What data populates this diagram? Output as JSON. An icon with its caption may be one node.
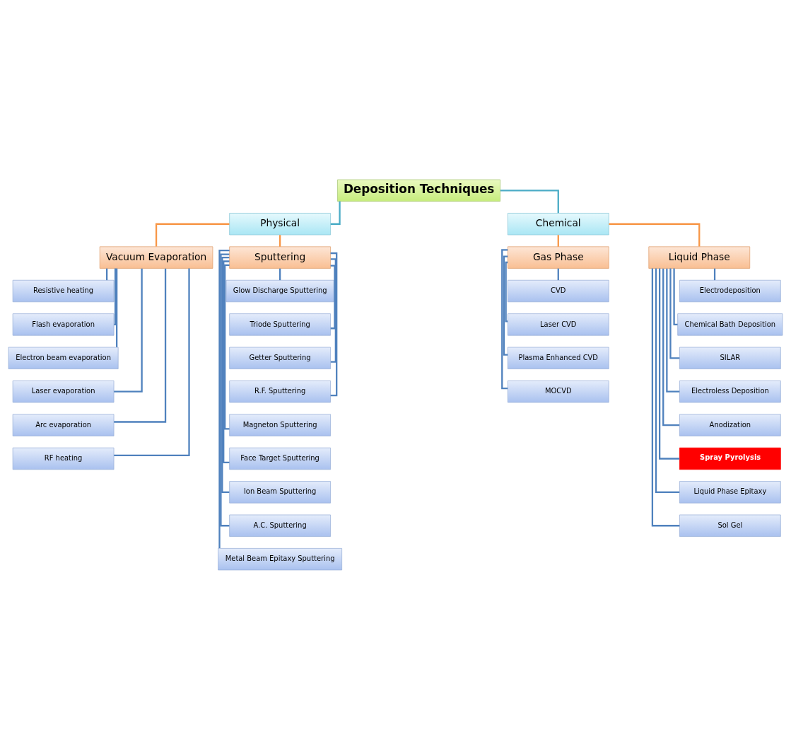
{
  "diagram": {
    "nodes": [
      {
        "text": [
          "Deposition Techniques"
        ]
      },
      {
        "text": [
          "Physical"
        ]
      },
      {
        "text": [
          "Chemical"
        ]
      },
      {
        "text": [
          "Vacuum Evaporation"
        ]
      },
      {
        "text": [
          "Sputtering"
        ]
      },
      {
        "text": [
          "Gas Phase"
        ]
      },
      {
        "text": [
          "Liquid Phase"
        ]
      },
      {
        "text": [
          "Resistive heating"
        ]
      },
      {
        "text": [
          "Flash evaporation"
        ]
      },
      {
        "text": [
          "Electron beam evaporation"
        ]
      },
      {
        "text": [
          "Laser evaporation"
        ]
      },
      {
        "text": [
          "Arc evaporation"
        ]
      },
      {
        "text": [
          "RF heating"
        ]
      },
      {
        "text": [
          "Glow Discharge Sputtering"
        ]
      },
      {
        "text": [
          "Triode Sputtering"
        ]
      },
      {
        "text": [
          "Getter Sputtering"
        ]
      },
      {
        "text": [
          "R.F. Sputtering"
        ]
      },
      {
        "text": [
          "Magneton Sputtering"
        ]
      },
      {
        "text": [
          "Face Target Sputtering"
        ]
      },
      {
        "text": [
          "Ion Beam Sputtering"
        ]
      },
      {
        "text": [
          "A.C. Sputtering"
        ]
      },
      {
        "text": [
          "Metal Beam Epitaxy Sputtering"
        ]
      },
      {
        "text": [
          "CVD"
        ]
      },
      {
        "text": [
          "Laser CVD"
        ]
      },
      {
        "text": [
          "Plasma Enhanced CVD"
        ]
      },
      {
        "text": [
          "MOCVD"
        ]
      },
      {
        "text": [
          "Electrodeposition"
        ]
      },
      {
        "text": [
          "Chemical Bath Deposition"
        ]
      },
      {
        "text": [
          "SILAR"
        ]
      },
      {
        "text": [
          "Electroless Deposition"
        ]
      },
      {
        "text": [
          "Anodization"
        ]
      },
      {
        "text": [
          "Spray Pyrolysis"
        ]
      },
      {
        "text": [
          "Liquid Phase Epitaxy"
        ]
      },
      {
        "text": [
          "Sol Gel"
        ]
      }
    ],
    "edges": [
      {
        "from": 0,
        "to": 1,
        "arrow": "none",
        "color": "#4bacc6"
      },
      {
        "from": 0,
        "to": 2,
        "arrow": "none",
        "color": "#4bacc6"
      },
      {
        "from": 1,
        "to": 3,
        "arrow": "none",
        "color": "#f79646"
      },
      {
        "from": 1,
        "to": 4,
        "arrow": "none",
        "color": "#f79646"
      },
      {
        "from": 2,
        "to": 5,
        "arrow": "none",
        "color": "#f79646"
      },
      {
        "from": 2,
        "to": 6,
        "arrow": "none",
        "color": "#f79646"
      },
      {
        "from": 3,
        "to": 7,
        "arrow": "none"
      },
      {
        "from": 3,
        "to": 8,
        "arrow": "none"
      },
      {
        "from": 3,
        "to": 9,
        "arrow": "none"
      },
      {
        "from": 3,
        "to": 10,
        "arrow": "none"
      },
      {
        "from": 3,
        "to": 11,
        "arrow": "none"
      },
      {
        "from": 3,
        "to": 12,
        "arrow": "none"
      },
      {
        "from": 4,
        "to": 13,
        "arrow": "none"
      },
      {
        "from": 4,
        "to": 14,
        "arrow": "none"
      },
      {
        "from": 4,
        "to": 15,
        "arrow": "none"
      },
      {
        "from": 4,
        "to": 16,
        "arrow": "none"
      },
      {
        "from": 4,
        "to": 17,
        "arrow": "none"
      },
      {
        "from": 4,
        "to": 18,
        "arrow": "none"
      },
      {
        "from": 4,
        "to": 19,
        "arrow": "none"
      },
      {
        "from": 4,
        "to": 20,
        "arrow": "none"
      },
      {
        "from": 4,
        "to": 21,
        "arrow": "none"
      },
      {
        "from": 5,
        "to": 22,
        "arrow": "none"
      },
      {
        "from": 5,
        "to": 23,
        "arrow": "none"
      },
      {
        "from": 5,
        "to": 24,
        "arrow": "none"
      },
      {
        "from": 5,
        "to": 25,
        "arrow": "none"
      },
      {
        "from": 6,
        "to": 26,
        "arrow": "none"
      },
      {
        "from": 6,
        "to": 27,
        "arrow": "none"
      },
      {
        "from": 6,
        "to": 28,
        "arrow": "none"
      },
      {
        "from": 6,
        "to": 29,
        "arrow": "none"
      },
      {
        "from": 6,
        "to": 30,
        "arrow": "none"
      },
      {
        "from": 6,
        "to": 31,
        "arrow": "none"
      },
      {
        "from": 6,
        "to": 32,
        "arrow": "none"
      },
      {
        "from": 6,
        "to": 33,
        "arrow": "none"
      }
    ]
  }
}
